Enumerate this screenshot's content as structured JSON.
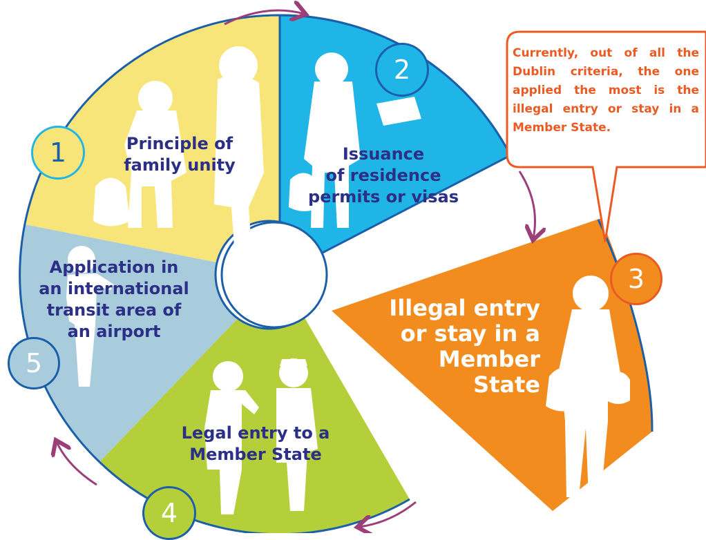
{
  "segments": {
    "s1": {
      "number": "1",
      "lines": [
        "Principle of",
        "family unity"
      ]
    },
    "s2": {
      "number": "2",
      "lines": [
        "Issuance",
        "of residence",
        "permits or visas"
      ]
    },
    "s3": {
      "number": "3",
      "lines": [
        "Illegal entry",
        "or stay in a",
        "Member",
        "State"
      ]
    },
    "s4": {
      "number": "4",
      "lines": [
        "Legal entry to a",
        "Member State"
      ]
    },
    "s5": {
      "number": "5",
      "lines": [
        "Application in",
        "an international",
        "transit area of",
        "an airport"
      ]
    }
  },
  "callout": {
    "text": "Currently, out of all the Dublin criteria, the one applied the most is the illegal entry or stay in a Member State."
  },
  "colors": {
    "yellow": "#f7e57a",
    "blue": "#1fb6e7",
    "orange": "#f28c1f",
    "green": "#b5cf3a",
    "grayblue": "#a9ccdc",
    "text": "#2b2f86",
    "callout": "#ea5b24",
    "arrow": "#9c3f79"
  }
}
